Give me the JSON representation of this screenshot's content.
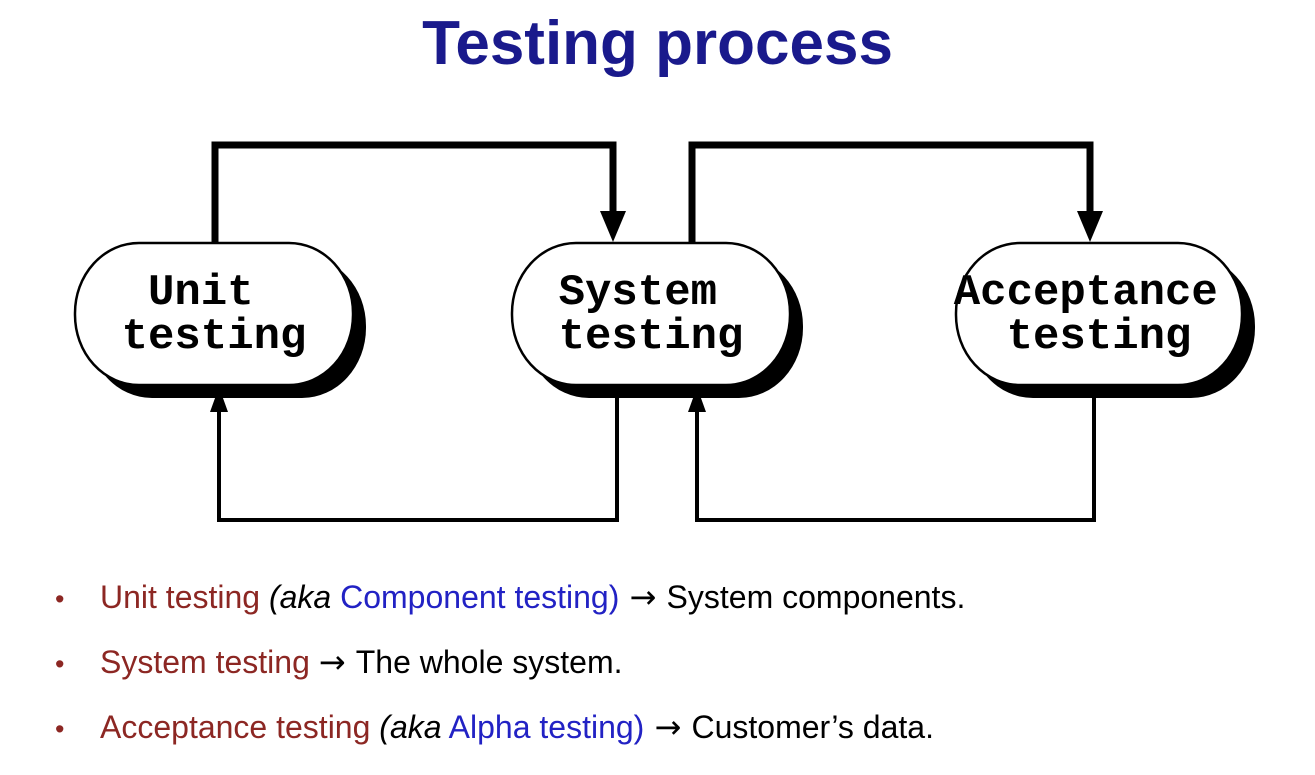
{
  "title": "Testing process",
  "colors": {
    "title_navy": "#1A1A8C",
    "term_red": "#8C2723",
    "alt_blue": "#2222C4",
    "ink_black": "#000000"
  },
  "bullet_glyph": "•",
  "diagram": {
    "nodes": [
      {
        "id": "unit-testing",
        "lines": [
          "Unit",
          "testing"
        ]
      },
      {
        "id": "system-testing",
        "lines": [
          "System",
          "testing"
        ]
      },
      {
        "id": "acceptance-testing",
        "lines": [
          "Acceptance",
          "testing"
        ]
      }
    ],
    "edges": [
      {
        "from": "unit-testing",
        "to": "system-testing",
        "type": "forward"
      },
      {
        "from": "system-testing",
        "to": "acceptance-testing",
        "type": "forward"
      },
      {
        "from": "system-testing",
        "to": "unit-testing",
        "type": "feedback"
      },
      {
        "from": "acceptance-testing",
        "to": "system-testing",
        "type": "feedback"
      }
    ]
  },
  "bullets": [
    {
      "segments": [
        {
          "t": "Unit testing ",
          "s": "term"
        },
        {
          "t": "(aka",
          "s": "alias"
        },
        {
          "t": " Component testing)",
          "s": "alt"
        },
        {
          "t": " → ",
          "s": "arrow"
        },
        {
          "t": "System components.",
          "s": "plain"
        }
      ]
    },
    {
      "segments": [
        {
          "t": "System testing ",
          "s": "term"
        },
        {
          "t": "→ ",
          "s": "arrow"
        },
        {
          "t": "The whole system.",
          "s": "plain"
        }
      ]
    },
    {
      "segments": [
        {
          "t": "Acceptance testing ",
          "s": "term"
        },
        {
          "t": "(aka",
          "s": "alias"
        },
        {
          "t": " Alpha testing)",
          "s": "alt"
        },
        {
          "t": " → ",
          "s": "arrow"
        },
        {
          "t": "Customer’s data.",
          "s": "plain"
        }
      ]
    }
  ]
}
